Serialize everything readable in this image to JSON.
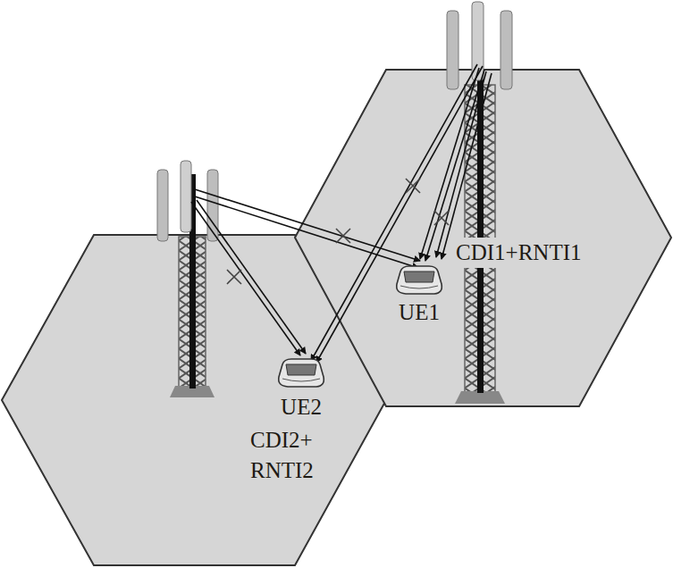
{
  "diagram": {
    "nodes": [
      {
        "text": [
          "UE1"
        ]
      },
      {
        "text": [
          "UE2"
        ]
      }
    ],
    "labels": [
      "CDI1+RNTI1",
      "CDI2+ RNTI2"
    ]
  }
}
